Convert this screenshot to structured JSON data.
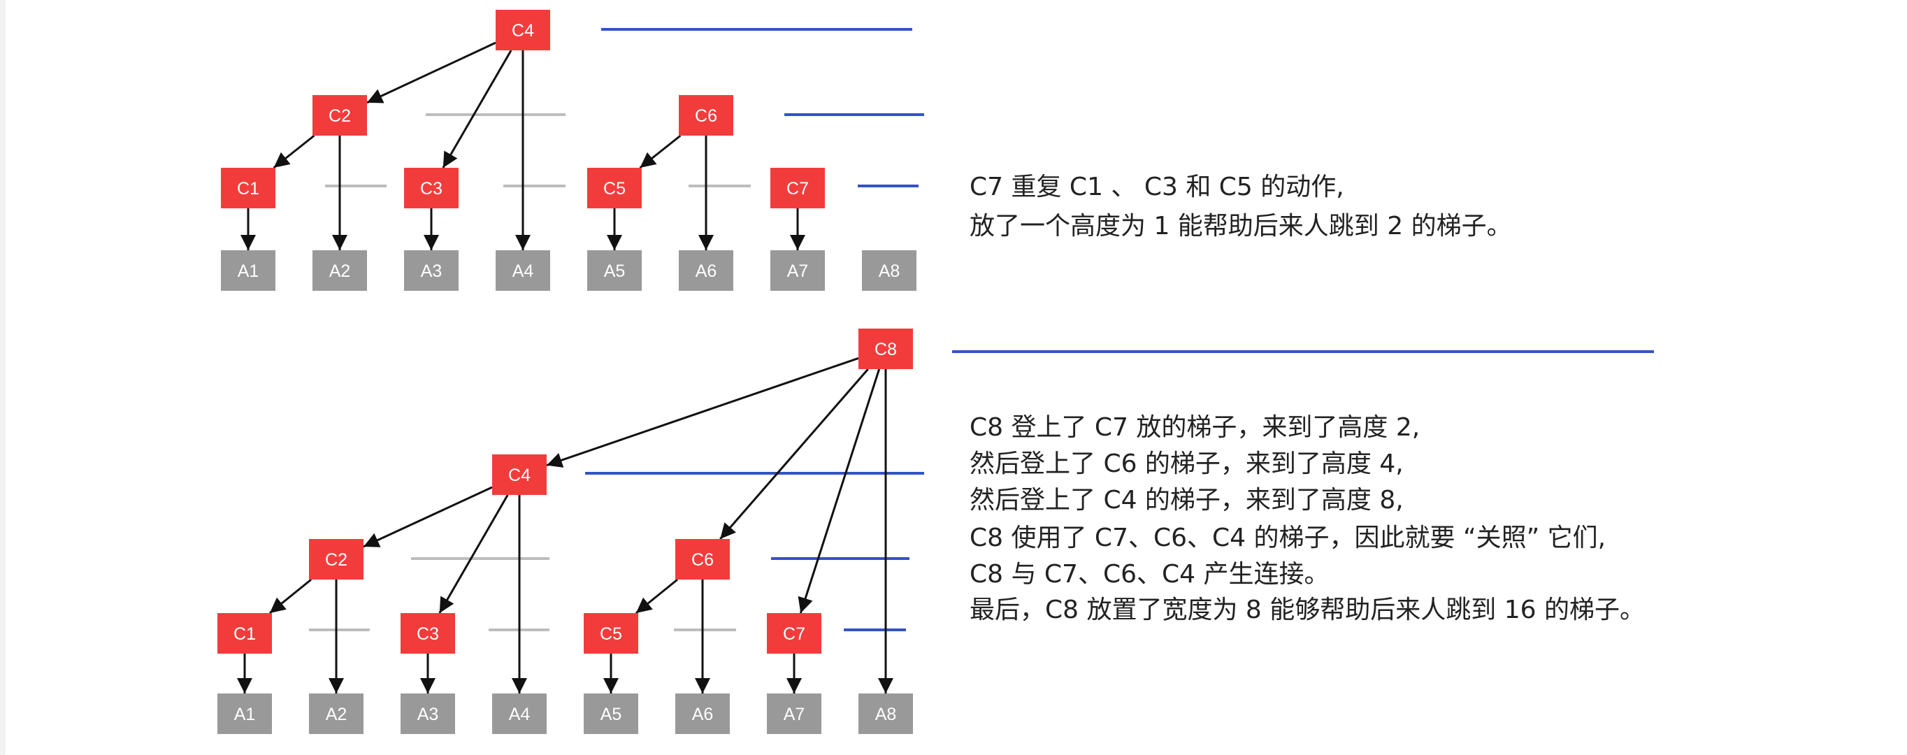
{
  "colors": {
    "c_node": "#f23c3c",
    "a_node": "#999999",
    "arrow": "#111111",
    "ladder_active": "#3453c8",
    "ladder_inactive": "#bdbdbd",
    "node_text": "#ffffff"
  },
  "diagrams": [
    {
      "a_nodes": [
        "A1",
        "A2",
        "A3",
        "A4",
        "A5",
        "A6",
        "A7",
        "A8"
      ],
      "c_nodes": [
        "C1",
        "C2",
        "C3",
        "C4",
        "C5",
        "C6",
        "C7"
      ],
      "edges": [
        [
          "C4",
          "C2"
        ],
        [
          "C4",
          "C3"
        ],
        [
          "C4",
          "A4"
        ],
        [
          "C2",
          "C1"
        ],
        [
          "C2",
          "A2"
        ],
        [
          "C6",
          "C5"
        ],
        [
          "C6",
          "A6"
        ],
        [
          "C1",
          "A1"
        ],
        [
          "C3",
          "A3"
        ],
        [
          "C5",
          "A5"
        ],
        [
          "C7",
          "A7"
        ]
      ],
      "text_lines": [
        "C7 重复 C1 、 C3 和 C5 的动作,",
        "放了一个高度为 1 能帮助后来人跳到 2 的梯子。"
      ]
    },
    {
      "a_nodes": [
        "A1",
        "A2",
        "A3",
        "A4",
        "A5",
        "A6",
        "A7",
        "A8"
      ],
      "c_nodes": [
        "C1",
        "C2",
        "C3",
        "C4",
        "C5",
        "C6",
        "C7",
        "C8"
      ],
      "edges": [
        [
          "C8",
          "C4"
        ],
        [
          "C8",
          "C6"
        ],
        [
          "C8",
          "C7"
        ],
        [
          "C8",
          "A8"
        ],
        [
          "C4",
          "C2"
        ],
        [
          "C4",
          "C3"
        ],
        [
          "C4",
          "A4"
        ],
        [
          "C2",
          "C1"
        ],
        [
          "C2",
          "A2"
        ],
        [
          "C6",
          "C5"
        ],
        [
          "C6",
          "A6"
        ],
        [
          "C1",
          "A1"
        ],
        [
          "C3",
          "A3"
        ],
        [
          "C5",
          "A5"
        ],
        [
          "C7",
          "A7"
        ]
      ],
      "text_lines": [
        "C8 登上了 C7 放的梯子，来到了高度 2,",
        "然后登上了 C6 的梯子，来到了高度 4,",
        "然后登上了 C4 的梯子，来到了高度 8,",
        "C8 使用了 C7、C6、C4 的梯子，因此就要 “关照” 它们,",
        "C8 与 C7、C6、C4 产生连接。",
        "最后，C8 放置了宽度为 8 能够帮助后来人跳到 16 的梯子。"
      ]
    }
  ]
}
